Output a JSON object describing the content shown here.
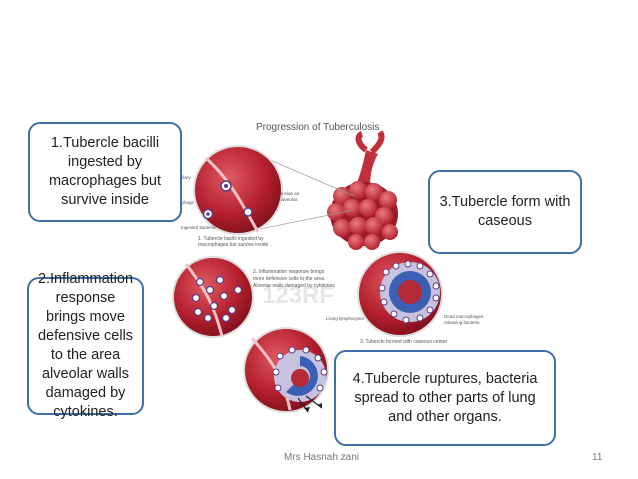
{
  "slide": {
    "figure_title": "Progression of Tuberculosis",
    "callouts": [
      "1.Tubercle bacilli ingested by macrophages but survive inside",
      "2.Inflammation response brings move defensive cells to the area alveolar walls damaged by cytokines.",
      "3.Tubercle form with caseous",
      "4.Tubercle ruptures, bacteria spread to other parts of lung and other organs."
    ],
    "figure_labels": {
      "step1_caption": [
        "1. Tubercle bacilli ingested by",
        "macrophages but survive inside"
      ],
      "step2_caption": [
        "2. Inflammation response brings",
        "more defensive cells to the area.",
        "Alveolar walls damaged by cytokines"
      ],
      "step3_caption": "3. Tubercle formed with caseous center",
      "label_capillary": "pillary",
      "label_macrophage": "ophage",
      "label_ingested": "Ingested bacteria",
      "label_inside_alveolus": [
        "Inside an",
        "alveolus"
      ],
      "label_living_lymphocytes": "Living lymphocytes",
      "label_dead_macrophages": [
        "Dead macrophages",
        "releasing bacteria"
      ]
    },
    "watermark": "123RF",
    "footer": {
      "author": "Mrs Hasnah zani",
      "page": "11"
    }
  },
  "colors": {
    "callout_border": "#3f6fa8",
    "tissue_red": "#b5202e",
    "tissue_dark": "#8c1420",
    "cell_purple": "#5a3d8a",
    "caseous_blue": "#3b5fb5"
  }
}
